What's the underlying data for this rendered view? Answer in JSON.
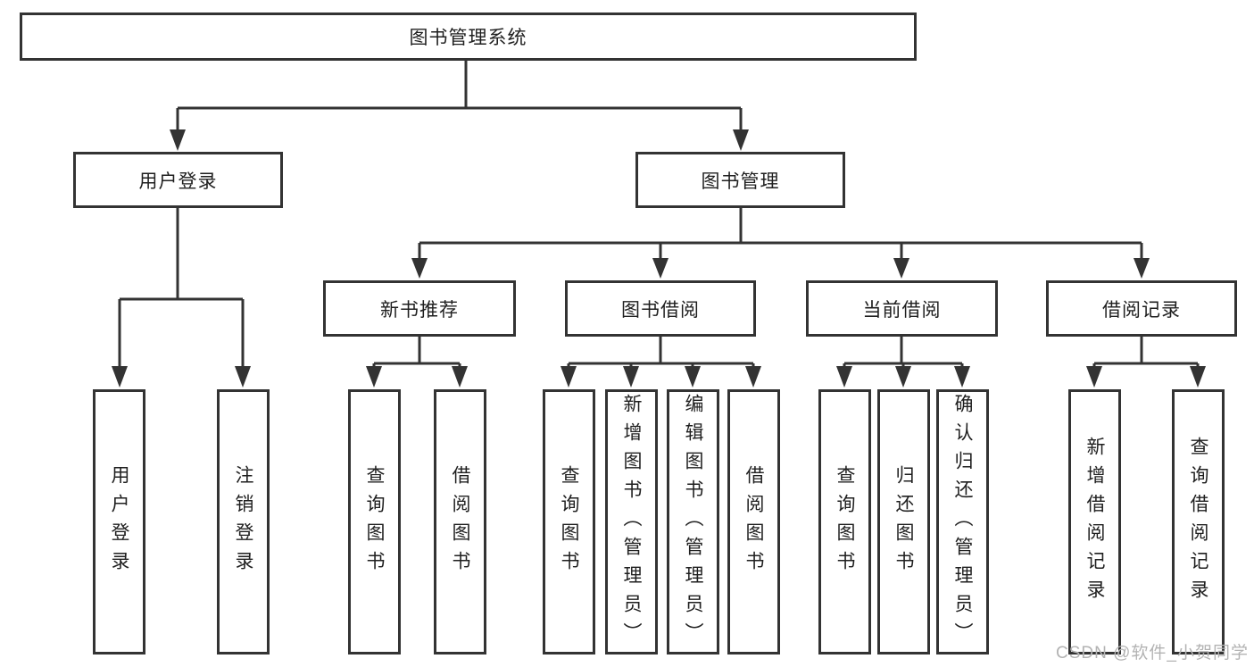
{
  "diagram": {
    "root": {
      "label": "图书管理系统"
    },
    "branches": [
      {
        "label": "用户登录",
        "children": [
          "用户登录",
          "注销登录"
        ]
      },
      {
        "label": "图书管理"
      }
    ],
    "modules": [
      {
        "label": "新书推荐",
        "children": [
          "查询图书",
          "借阅图书"
        ]
      },
      {
        "label": "图书借阅",
        "children": [
          "查询图书",
          "新增图书（管理员）",
          "编辑图书（管理员）",
          "借阅图书"
        ]
      },
      {
        "label": "当前借阅",
        "children": [
          "查询图书",
          "归还图书",
          "确认归还（管理员）"
        ]
      },
      {
        "label": "借阅记录",
        "children": [
          "新增借阅记录",
          "查询借阅记录"
        ]
      }
    ],
    "line_color": "#333333",
    "watermark": "CSDN @软件_小贺同学"
  }
}
